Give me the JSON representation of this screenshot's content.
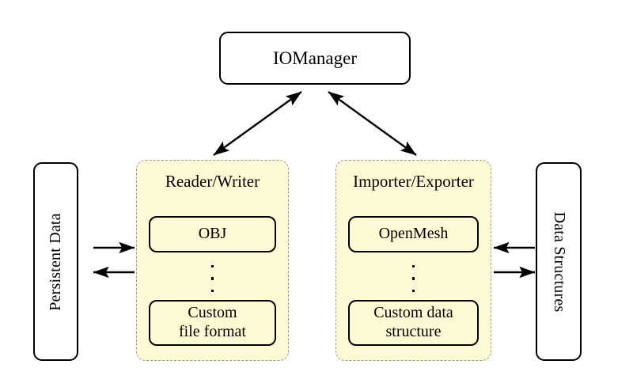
{
  "diagram": {
    "title_node": {
      "label": "IOManager"
    },
    "left_store": {
      "label": "Persistent Data"
    },
    "right_store": {
      "label": "Data Structures"
    },
    "panels": [
      {
        "title": "Reader/Writer",
        "top_item": "OBJ",
        "ellipsis": "⋮",
        "bottom_item_line1": "Custom",
        "bottom_item_line2": "file format"
      },
      {
        "title": "Importer/Exporter",
        "top_item": "OpenMesh",
        "ellipsis": "⋮",
        "bottom_item_line1": "Custom data",
        "bottom_item_line2": "structure"
      }
    ],
    "connections": [
      {
        "name": "manager-to-reader-writer",
        "style": "double-headed"
      },
      {
        "name": "manager-to-importer-exporter",
        "style": "double-headed"
      },
      {
        "name": "persistent-data-to-reader-writer",
        "style": "single-headed-right"
      },
      {
        "name": "reader-writer-to-persistent-data",
        "style": "single-headed-left"
      },
      {
        "name": "data-structures-to-importer-exporter",
        "style": "single-headed-left"
      },
      {
        "name": "importer-exporter-to-data-structures",
        "style": "single-headed-right"
      }
    ],
    "colors": {
      "panel_fill": "#fcfbd4",
      "panel_border": "#9a9a9a",
      "node_border": "#000000",
      "background": "#ffffff"
    }
  }
}
